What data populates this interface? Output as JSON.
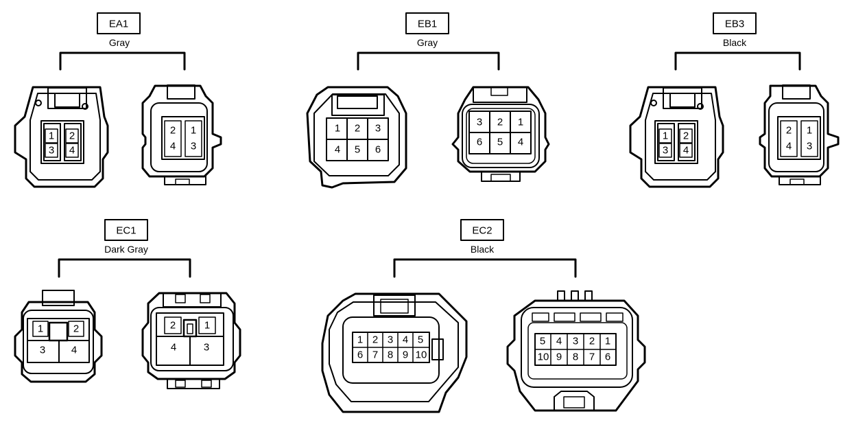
{
  "connectors": {
    "ea1": {
      "id": "EA1",
      "color": "Gray",
      "female_pins": [
        "1",
        "2",
        "3",
        "4"
      ],
      "male_pins": [
        "2",
        "1",
        "4",
        "3"
      ]
    },
    "eb1": {
      "id": "EB1",
      "color": "Gray",
      "female_pins": [
        "1",
        "2",
        "3",
        "4",
        "5",
        "6"
      ],
      "male_pins": [
        "3",
        "2",
        "1",
        "6",
        "5",
        "4"
      ]
    },
    "eb3": {
      "id": "EB3",
      "color": "Black",
      "female_pins": [
        "1",
        "2",
        "3",
        "4"
      ],
      "male_pins": [
        "2",
        "1",
        "4",
        "3"
      ]
    },
    "ec1": {
      "id": "EC1",
      "color": "Dark Gray",
      "female_pins": [
        "1",
        "2",
        "3",
        "4"
      ],
      "male_pins": [
        "2",
        "1",
        "4",
        "3"
      ]
    },
    "ec2": {
      "id": "EC2",
      "color": "Black",
      "female_pins": [
        "1",
        "2",
        "3",
        "4",
        "5",
        "6",
        "7",
        "8",
        "9",
        "10"
      ],
      "male_pins": [
        "5",
        "4",
        "3",
        "2",
        "1",
        "10",
        "9",
        "8",
        "7",
        "6"
      ]
    }
  }
}
